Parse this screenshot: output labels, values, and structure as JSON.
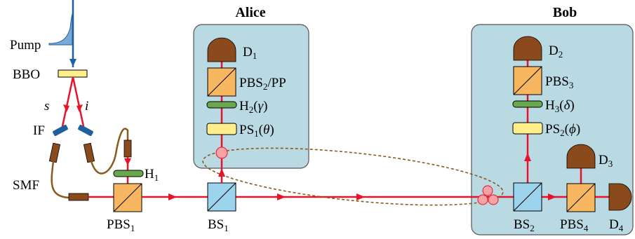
{
  "colors": {
    "beam": "#e8132a",
    "pump_beam": "#1f5f9c",
    "box_fill": "#b9d9e3",
    "box_stroke": "#555555",
    "detector": "#8a4a1c",
    "pbs_fill": "#f7b760",
    "bs_fill": "#9cd4ee",
    "waveplate": "#6aa84f",
    "phase_shifter": "#ffef8a",
    "fiber": "#8a5a1c",
    "photon": "#f6a3a3",
    "filter": "#1f5f9c"
  },
  "sections": {
    "alice": "Alice",
    "bob": "Bob"
  },
  "source": {
    "pump": "Pump",
    "crystal": "BBO",
    "signal": "s",
    "idler": "i",
    "filter": "IF",
    "fiber": "SMF"
  },
  "components": {
    "h1": {
      "base": "H",
      "sub": "1",
      "tail": ""
    },
    "pbs1": {
      "base": "PBS",
      "sub": "1",
      "tail": ""
    },
    "bs1": {
      "base": "BS",
      "sub": "1",
      "tail": ""
    },
    "d1": {
      "base": "D",
      "sub": "1",
      "tail": ""
    },
    "pbs2": {
      "base": "PBS",
      "sub": "2",
      "tail": "/PP"
    },
    "h2": {
      "base": "H",
      "sub": "2",
      "tail": "(",
      "param": "γ",
      "close": ")"
    },
    "ps1": {
      "base": "PS",
      "sub": "1",
      "tail": "(",
      "param": "θ",
      "close": ")"
    },
    "d2": {
      "base": "D",
      "sub": "2",
      "tail": ""
    },
    "pbs3": {
      "base": "PBS",
      "sub": "3",
      "tail": ""
    },
    "h3": {
      "base": "H",
      "sub": "3",
      "tail": "(",
      "param": "δ",
      "close": ")"
    },
    "ps2": {
      "base": "PS",
      "sub": "2",
      "tail": "(",
      "param": "ϕ",
      "close": ")"
    },
    "d3": {
      "base": "D",
      "sub": "3",
      "tail": ""
    },
    "bs2": {
      "base": "BS",
      "sub": "2",
      "tail": ""
    },
    "pbs4": {
      "base": "PBS",
      "sub": "4",
      "tail": ""
    },
    "d4": {
      "base": "D",
      "sub": "4",
      "tail": ""
    }
  }
}
